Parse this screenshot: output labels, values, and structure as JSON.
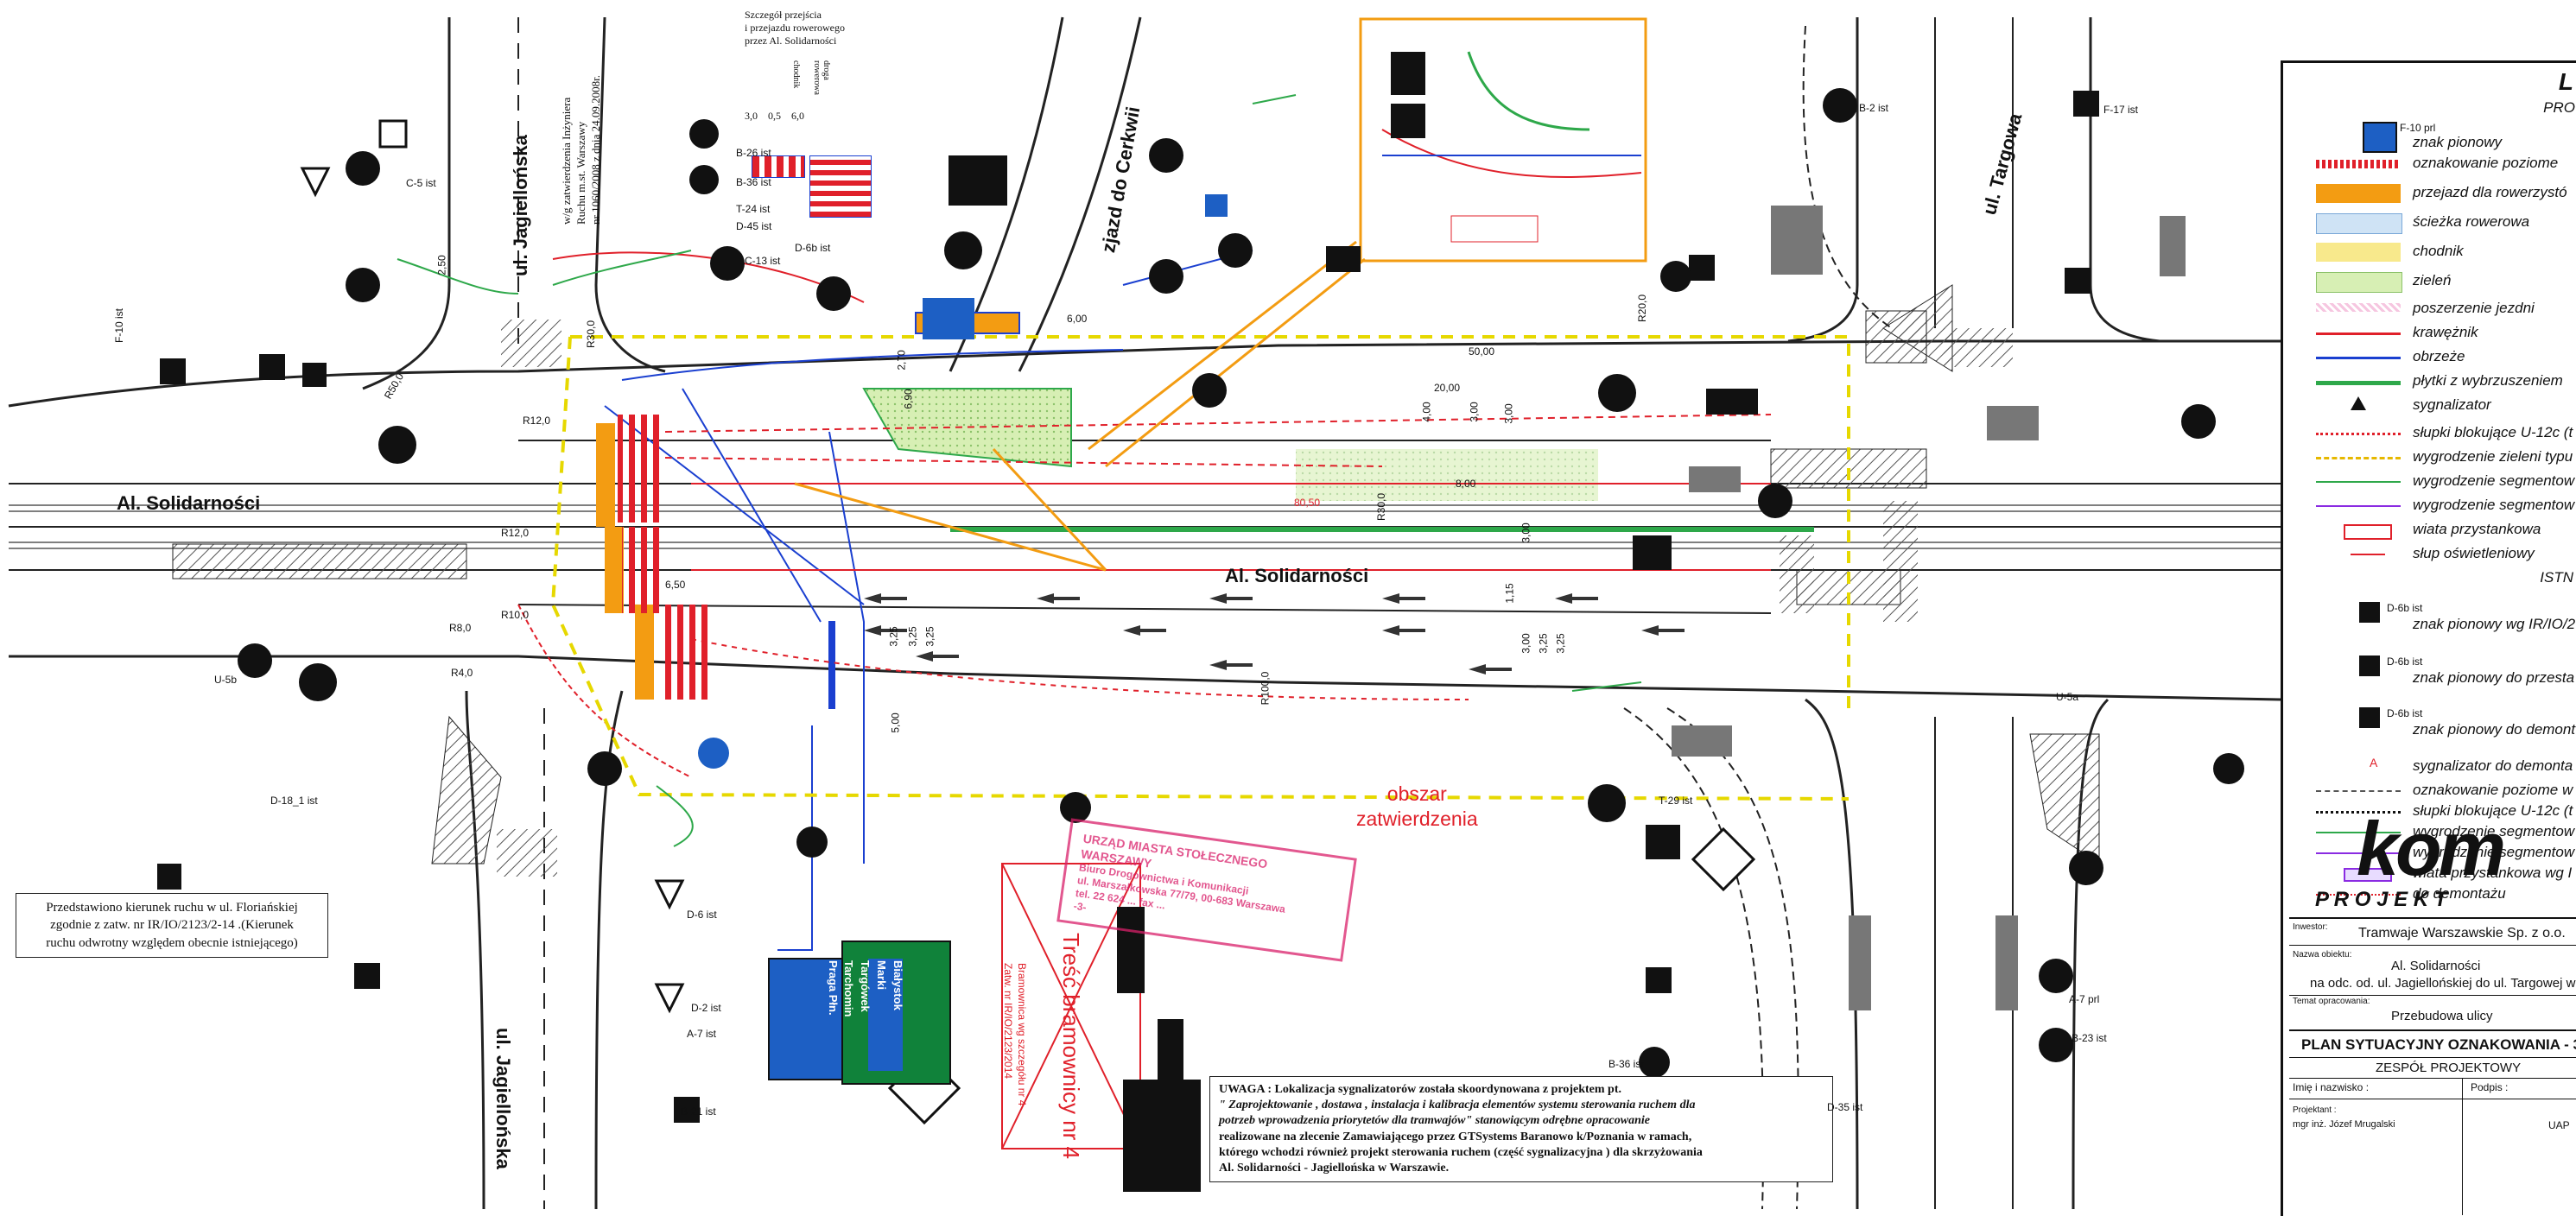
{
  "streets": {
    "solidarnosci_left": "Al. Solidarności",
    "solidarnosci_center": "Al. Solidarności",
    "jagiellonska_top": "ul. Jagiellońska",
    "jagiellonska_bottom": "ul. Jagiellońska",
    "targowa": "ul. Targowa",
    "zjazd": "zjazd do Cerkwii"
  },
  "detail_box": {
    "title_line1": "Szczegół przejścia",
    "title_line2": "i przejazdu rowerowego",
    "title_line3": "przez Al. Solidarności",
    "dims": [
      "3,0",
      "0,5",
      "6,0"
    ],
    "col_labels": [
      "chodnik",
      "droga rowerowa"
    ]
  },
  "approval_note": {
    "line1": "w/g zatwierdzenia Inżyniera",
    "line2": "Ruchu m.st. Warszawy",
    "line3": "nr 1060/2008 z dnia 24.09.2008r."
  },
  "zone_label": {
    "line1": "obszar",
    "line2": "zatwierdzenia"
  },
  "info_box": {
    "line1": "Przedstawiono kierunek ruchu w ul. Floriańskiej",
    "line2": "zgodnie z zatw. nr IR/IO/2123/2-14 .(Kierunek",
    "line3": "ruchu odwrotny względem obecnie istniejącego)"
  },
  "note": {
    "line1": "UWAGA : Lokalizacja sygnalizatorów została skoordynowana z projektem pt.",
    "line2": "\" Zaprojektowanie , dostawa , instalacja i kalibracja elementów systemu sterowania ruchem dla",
    "line3": "potrzeb wprowadzenia priorytetów dla tramwajów\" stanowiącym odrębne opracowanie",
    "line4": "realizowane na zlecenie Zamawiającego przez GTSystems  Baranowo k/Poznania w ramach,",
    "line5": "którego wchodzi również projekt sterowania ruchem (część sygnalizacyjna ) dla skrzyżowania",
    "line6": "Al. Solidarności - Jagiellońska w Warszawie."
  },
  "stamp": {
    "line1": "URZĄD MIASTA STOŁECZNEGO WARSZAWY",
    "line2": "Biuro Drogownictwa i Komunikacji",
    "line3": "ul. Marszałkowska 77/79, 00-683 Warszawa",
    "line4": "tel. 22 624 ... fax ...",
    "line5": "-3-"
  },
  "gantry_label": "Treść bramownicy nr 4",
  "gantry_side_label": "Bramownica wg szczegółu nr 4",
  "gantry_side_label2": "Zatw. nr IR/IO/2123/2014",
  "dir_sign": {
    "rows": [
      "Białystok",
      "Marki",
      "Targówek",
      "Tarchomin",
      "Praga Płn."
    ]
  },
  "legend": {
    "heading": "L",
    "subheading": "PRO",
    "items": [
      "znak pionowy",
      "oznakowanie poziome",
      "przejazd dla rowerzystó",
      "ścieżka rowerowa",
      "chodnik",
      "zieleń",
      "poszerzenie jezdni",
      "krawężnik",
      "obrzeże",
      "płytki z wybrzuszeniem",
      "sygnalizator",
      "słupki blokujące U-12c (t",
      "wygrodzenie zieleni typu",
      "wygrodzenie segmentow",
      "wygrodzenie segmentow",
      "wiata przystankowa",
      "słup oświetleniowy"
    ],
    "existing_heading": "ISTN",
    "existing_items": [
      "znak pionowy wg IR/IO/2",
      "znak pionowy do przesta",
      "znak pionowy do demont",
      "sygnalizator do demonta",
      "oznakowanie poziome w",
      "słupki blokujące U-12c (t",
      "wygrodzenie segmentow",
      "wygrodzenie segmentow",
      "wiata przystankowa wg I",
      "do demontażu"
    ],
    "sign_codes": [
      "F-10 prl",
      "D-6b ist",
      "D-6b ist",
      "D-6b ist",
      "A"
    ]
  },
  "logo": {
    "main": "kom",
    "sub": "P R O J E K T"
  },
  "title_block": {
    "investor_label": "Inwestor:",
    "investor": "Tramwaje Warszawskie Sp. z o.o.",
    "object_label": "Nazwa obiektu:",
    "object_line1": "Al. Solidarności",
    "object_line2": "na odc. od. ul. Jagiellońskiej do ul. Targowej w W",
    "subject_label": "Temat opracowania:",
    "subject": "Przebudowa ulicy",
    "drawing": "PLAN SYTUACYJNY OZNAKOWANIA - 3",
    "team": "ZESPÓŁ PROJEKTOWY",
    "name_label": "Imię i nazwisko :",
    "sign_label": "Podpis :",
    "designer_label": "Projektant :",
    "designer": "mgr inż. Józef Mrugalski",
    "right_text": "UAP"
  },
  "dimensions": {
    "top_row": [
      "2,70",
      "6,90",
      "3,00",
      "6,00",
      "20,00",
      "3,00",
      "3,00",
      "8,00"
    ],
    "middle_row": [
      "3,25",
      "3,25",
      "3,25",
      "3,00",
      "3,25",
      "3,25",
      "5,00",
      "6,50"
    ],
    "radii": [
      "R12,0",
      "R30,0",
      "R20,0",
      "R12,0",
      "R10,0",
      "R8,0",
      "R4,0",
      "R30,0",
      "R100,0",
      "R50,0"
    ],
    "misc": [
      "80,50",
      "50,00",
      "2,50",
      "4,00",
      "1,15"
    ]
  },
  "sign_labels": [
    "F-10 ist",
    "B-26 ist",
    "B-36 ist",
    "T-24 ist",
    "D-45 ist",
    "C-13 ist",
    "D-6b ist",
    "B-21 ist",
    "C-5 ist",
    "D-6 ist",
    "A-7 ist",
    "D-2 ist",
    "B-23 ist",
    "D-35 ist",
    "B-2 ist",
    "F-17 ist",
    "U-5a",
    "U-5b",
    "B-36 ist",
    "D-18_1 ist",
    "T-29 ist",
    "A-7 prl"
  ],
  "colors": {
    "red": "#e0202a",
    "orange": "#f39c12",
    "blue": "#1a3fd0",
    "green": "#2ea84a",
    "yellow_dash": "#e6d800",
    "magenta": "#d9206a",
    "sign_blue": "#1d5fc4",
    "sign_green": "#10823a"
  }
}
